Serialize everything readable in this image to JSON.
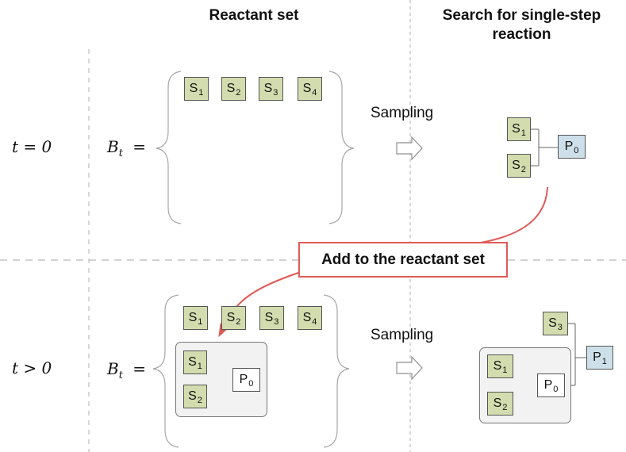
{
  "headers": {
    "reactant_set": "Reactant set",
    "search": "Search for single-step reaction"
  },
  "rows": [
    {
      "time": "t = 0",
      "set_label": "B",
      "set_sub": "t",
      "set_eq": "="
    },
    {
      "time": "t > 0",
      "set_label": "B",
      "set_sub": "t",
      "set_eq": "="
    }
  ],
  "sampling_label": "Sampling",
  "callout": "Add to the reactant set",
  "nodes": {
    "S": "S",
    "P": "P",
    "sub": [
      "1",
      "2",
      "3",
      "4",
      "0",
      "1"
    ]
  },
  "colors": {
    "reactant": "#d3dcae",
    "product": "#cde0ea",
    "accent": "#e05a57"
  }
}
